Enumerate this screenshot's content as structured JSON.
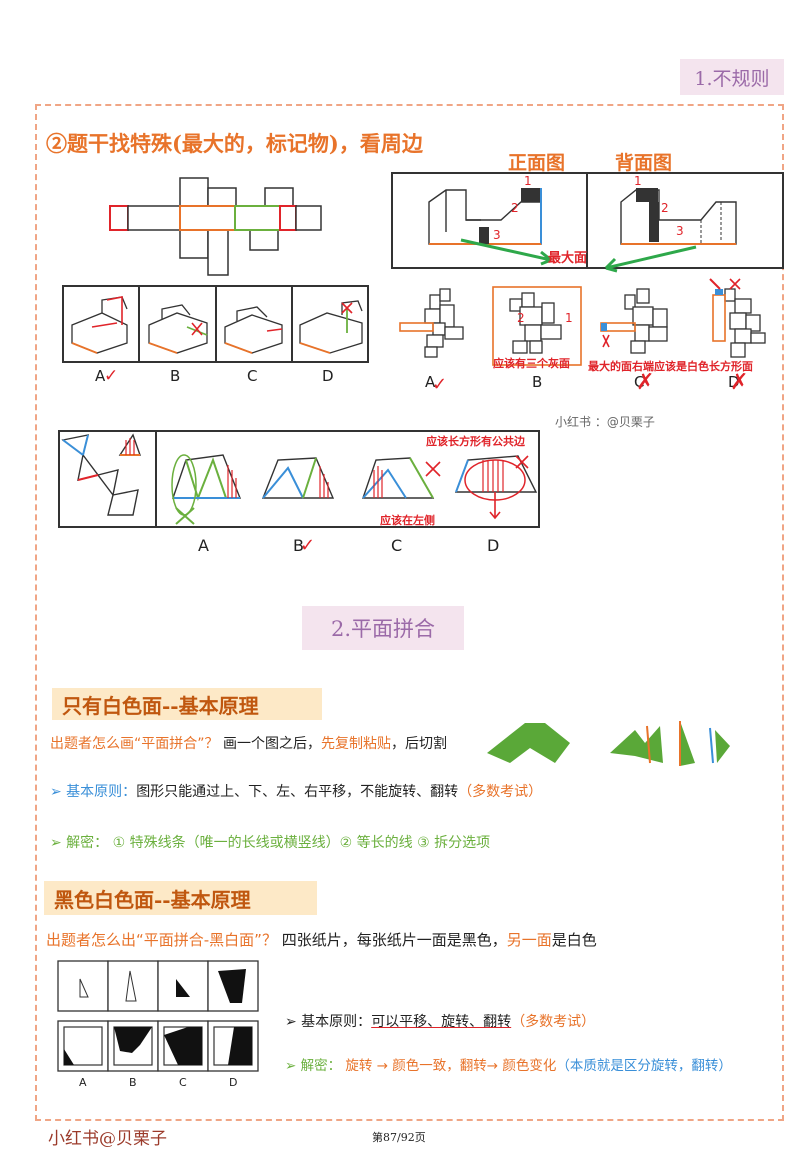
{
  "header": {
    "tag_label": "1.不规则"
  },
  "section1": {
    "title": "②题干找特殊(最大的，标记物)，看周边",
    "view_labels": {
      "front": "正面图",
      "back": "背面图"
    },
    "cube_numbers": [
      "1",
      "2",
      "3",
      "1",
      "2",
      "3"
    ],
    "largest_face_label": "最大面",
    "panel1_options": [
      "A",
      "B",
      "C",
      "D"
    ],
    "panel2_options": [
      "A",
      "B",
      "C",
      "D"
    ],
    "panel2_notes": {
      "b_note": "应该有三个灰面",
      "c_note": "最大的面右端应该是白色长方形面",
      "b_inner_numbers": [
        "2",
        "1"
      ]
    },
    "watermark": "小红书 ：@贝栗子",
    "panel3_notes": {
      "top_note": "应该长方形有公共边",
      "bottom_note": "应该在左侧"
    },
    "panel3_options": [
      "A",
      "B",
      "C",
      "D"
    ]
  },
  "section2": {
    "tag_label": "2.平面拼合",
    "sub1": {
      "header": "只有白色面--基本原理",
      "question_prefix": "出题者怎么画“平面拼合”？",
      "question_mid": " 画一个图之后，",
      "question_highlight": "先复制粘贴",
      "question_suffix": "，后切割",
      "principle_label": "➢ 基本原则：",
      "principle_text": "图形只能通过上、下、左、右平移，不能旋转、翻转",
      "principle_note": "（多数考试）",
      "decrypt_label": "➢ 解密：",
      "decrypt_text": " ① 特殊线条（唯一的长线或横竖线）② 等长的线 ③ 拆分选项"
    },
    "sub2": {
      "header": "黑色白色面--基本原理",
      "question_prefix": "出题者怎么出“平面拼合-黑白面”？",
      "question_mid": " 四张纸片，每张纸片一面是黑色，",
      "question_highlight": "另一面",
      "question_suffix": "是白色",
      "options": [
        "A",
        "B",
        "C",
        "D"
      ],
      "principle_label": "➢ 基本原则：",
      "principle_text": "可以平移、旋转、翻转",
      "principle_note": "（多数考试）",
      "decrypt_label": "➢ 解密：",
      "decrypt_text": " 旋转 → 颜色一致，翻转→ 颜色变化",
      "decrypt_note": "（本质就是区分旋转，翻转）"
    }
  },
  "footer": {
    "brand": "小红书@贝栗子",
    "page_num": "第87/92页"
  },
  "colors": {
    "accent_orange": "#e8732a",
    "accent_red": "#e0242a",
    "accent_blue": "#3a8fd8",
    "accent_green": "#6bb03e",
    "purple": "#9b6aa8"
  }
}
